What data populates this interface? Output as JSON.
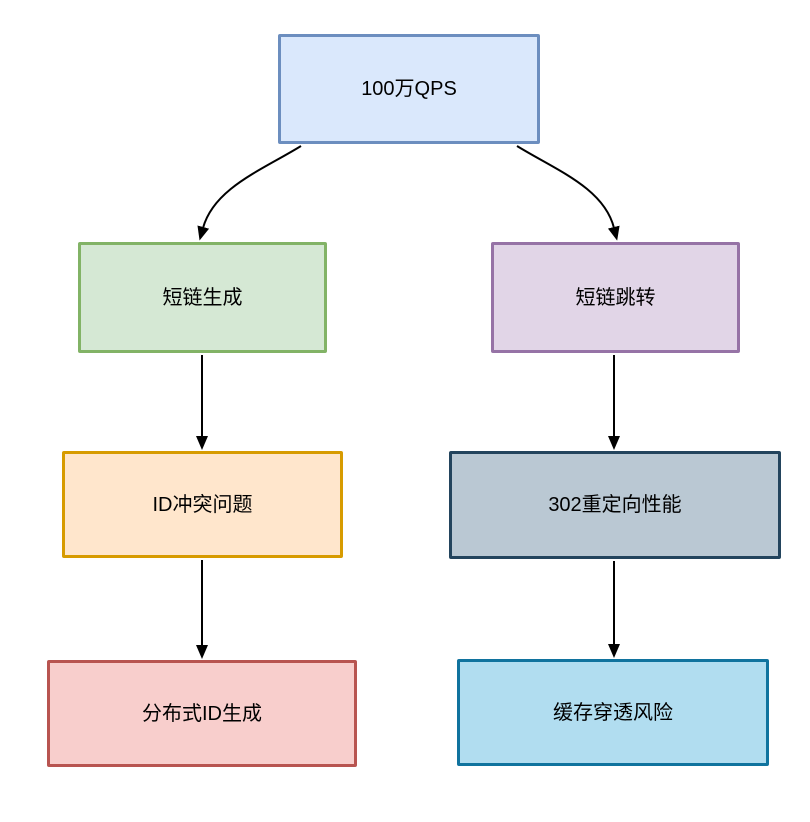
{
  "diagram": {
    "background": "#ffffff",
    "arrow_color": "#000000",
    "text_color": "#000000"
  },
  "nodes": [
    {
      "id": "qps",
      "label": "100万QPS",
      "fill": "#dae8fc",
      "stroke": "#6c8ebf"
    },
    {
      "id": "shortlink-generate",
      "label": "短链生成",
      "fill": "#d5e8d4",
      "stroke": "#82b366"
    },
    {
      "id": "shortlink-redirect",
      "label": "短链跳转",
      "fill": "#e1d5e7",
      "stroke": "#9673a6"
    },
    {
      "id": "id-conflict",
      "label": "ID冲突问题",
      "fill": "#ffe6cc",
      "stroke": "#d79b00"
    },
    {
      "id": "redirect-302-performance",
      "label": "302重定向性能",
      "fill": "#bac8d3",
      "stroke": "#23445d"
    },
    {
      "id": "distributed-id-generate",
      "label": "分布式ID生成",
      "fill": "#f8cecc",
      "stroke": "#b85450"
    },
    {
      "id": "cache-penetration-risk",
      "label": "缓存穿透风险",
      "fill": "#b1ddf0",
      "stroke": "#10739e"
    }
  ],
  "edges": [
    {
      "from": "qps",
      "to": "shortlink-generate"
    },
    {
      "from": "qps",
      "to": "shortlink-redirect"
    },
    {
      "from": "shortlink-generate",
      "to": "id-conflict"
    },
    {
      "from": "shortlink-redirect",
      "to": "redirect-302-performance"
    },
    {
      "from": "id-conflict",
      "to": "distributed-id-generate"
    },
    {
      "from": "redirect-302-performance",
      "to": "cache-penetration-risk"
    }
  ]
}
